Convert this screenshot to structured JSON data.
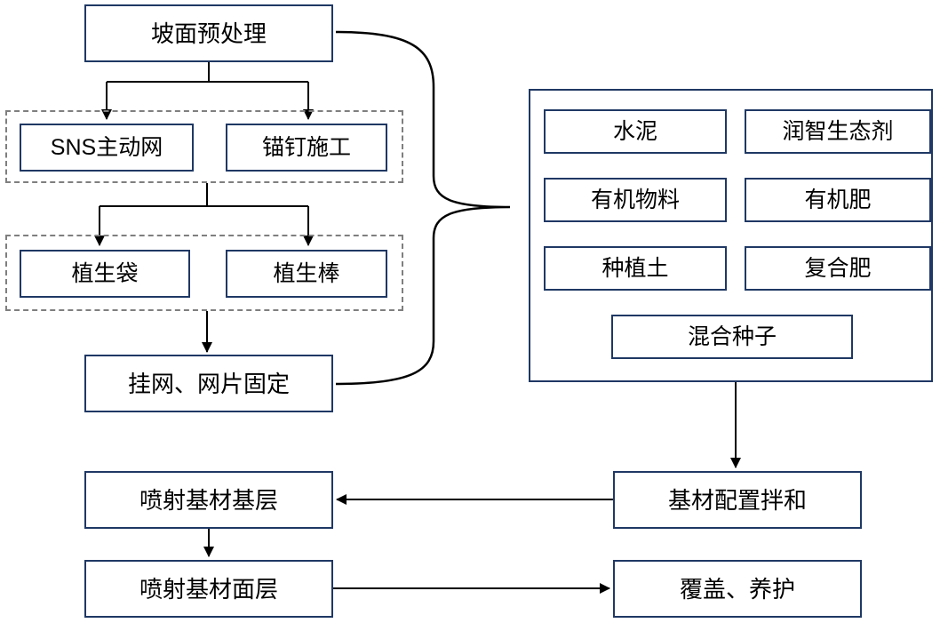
{
  "diagram": {
    "title": "slope-greening-construction-flowchart",
    "nodes": {
      "slope_pretreatment": "坡面预处理",
      "sns_net": "SNS主动网",
      "anchor_construction": "锚钉施工",
      "vegetation_bag": "植生袋",
      "vegetation_rod": "植生棒",
      "hang_net_fix": "挂网、网片固定",
      "cement": "水泥",
      "runzhi_eco_agent": "润智生态剂",
      "organic_material": "有机物料",
      "organic_fertilizer": "有机肥",
      "planting_soil": "种植土",
      "compound_fertilizer": "复合肥",
      "mixed_seeds": "混合种子",
      "substrate_mixing": "基材配置拌和",
      "spray_base_layer": "喷射基材基层",
      "spray_surface_layer": "喷射基材面层",
      "cover_maintenance": "覆盖、养护"
    },
    "colors": {
      "box_border": "#1f3864",
      "dashed_group_border": "#7f7f7f",
      "connector": "#000000",
      "text": "#000000",
      "background": "#ffffff"
    }
  }
}
